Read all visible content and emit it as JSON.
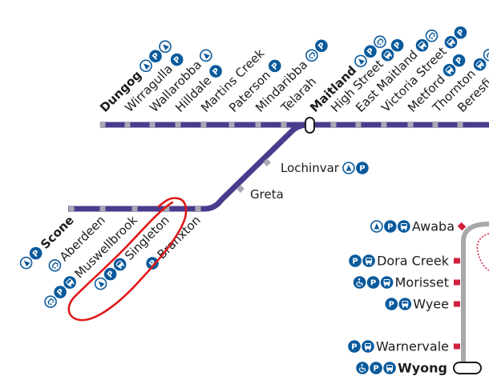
{
  "colors": {
    "hunter_line": "#4a3b8c",
    "coast_line": "#a8a8a8",
    "coast_stop": "#d21f3c",
    "hunter_stop": "#a7aab0",
    "icon_blue": "#0a5a9c",
    "annotation": "#e01818"
  },
  "main_line_stations": [
    {
      "name": "Dungog",
      "bold": true,
      "icons": [
        "accessible-icon",
        "parking-icon",
        "accessible-icon"
      ]
    },
    {
      "name": "Wirragulla",
      "bold": false,
      "icons": [
        "parking-icon"
      ]
    },
    {
      "name": "Wallarobba",
      "bold": false,
      "icons": [
        "accessible-icon"
      ]
    },
    {
      "name": "Hilldale",
      "bold": false,
      "icons": [
        "parking-icon"
      ]
    },
    {
      "name": "Martins Creek",
      "bold": false,
      "icons": []
    },
    {
      "name": "Paterson",
      "bold": false,
      "icons": [
        "parking-icon"
      ]
    },
    {
      "name": "Mindaribba",
      "bold": false,
      "icons": [
        "taxi-icon",
        "parking-icon"
      ]
    },
    {
      "name": "Telarah",
      "bold": false,
      "icons": []
    },
    {
      "name": "Maitland",
      "bold": true,
      "icons": [
        "accessible-icon",
        "parking-icon",
        "taxi-icon"
      ]
    },
    {
      "name": "High Street",
      "bold": false,
      "icons": [
        "bus-icon",
        "parking-icon"
      ]
    },
    {
      "name": "East Maitland",
      "bold": false,
      "icons": [
        "bus-icon",
        "taxi-icon"
      ]
    },
    {
      "name": "Victoria Street",
      "bold": false,
      "icons": [
        "bus-icon",
        "parking-icon"
      ]
    },
    {
      "name": "Metford",
      "bold": false,
      "icons": [
        "bus-icon",
        "parking-icon"
      ]
    },
    {
      "name": "Thornton",
      "bold": false,
      "icons": [
        "bus-icon",
        "taxi-icon"
      ]
    },
    {
      "name": "Beresfield",
      "bold": false,
      "icons": [
        "parking-icon"
      ]
    }
  ],
  "branch_stations": [
    {
      "name": "Lochinvar",
      "icons": [
        "accessible-icon",
        "parking-icon"
      ]
    },
    {
      "name": "Greta",
      "icons": []
    }
  ],
  "lower_line_stations": [
    {
      "name": "Scone",
      "bold": true,
      "icons": [
        "accessible-icon",
        "parking-icon"
      ]
    },
    {
      "name": "Aberdeen",
      "bold": false,
      "icons": [
        "taxi-icon"
      ]
    },
    {
      "name": "Muswellbrook",
      "bold": false,
      "icons": [
        "taxi-icon",
        "parking-icon",
        "bus-icon"
      ]
    },
    {
      "name": "Singleton",
      "bold": false,
      "icons": [
        "accessible-icon",
        "parking-icon",
        "bus-icon"
      ]
    },
    {
      "name": "Branxton",
      "bold": false,
      "icons": [
        "parking-icon"
      ]
    }
  ],
  "coast_stations": [
    {
      "name": "Awaba",
      "bold": false,
      "icons": [
        "accessible-icon",
        "parking-icon",
        "bus-icon"
      ]
    },
    {
      "name": "Dora Creek",
      "bold": false,
      "icons": [
        "parking-icon",
        "bus-icon"
      ]
    },
    {
      "name": "Morisset",
      "bold": false,
      "icons": [
        "wheelchair-icon",
        "parking-icon",
        "bus-icon"
      ]
    },
    {
      "name": "Wyee",
      "bold": false,
      "icons": [
        "parking-icon",
        "bus-icon"
      ]
    },
    {
      "name": "Warnervale",
      "bold": false,
      "icons": [
        "parking-icon",
        "bus-icon"
      ]
    },
    {
      "name": "Wyong",
      "bold": true,
      "icons": [
        "wheelchair-icon",
        "parking-icon",
        "bus-icon"
      ]
    }
  ]
}
